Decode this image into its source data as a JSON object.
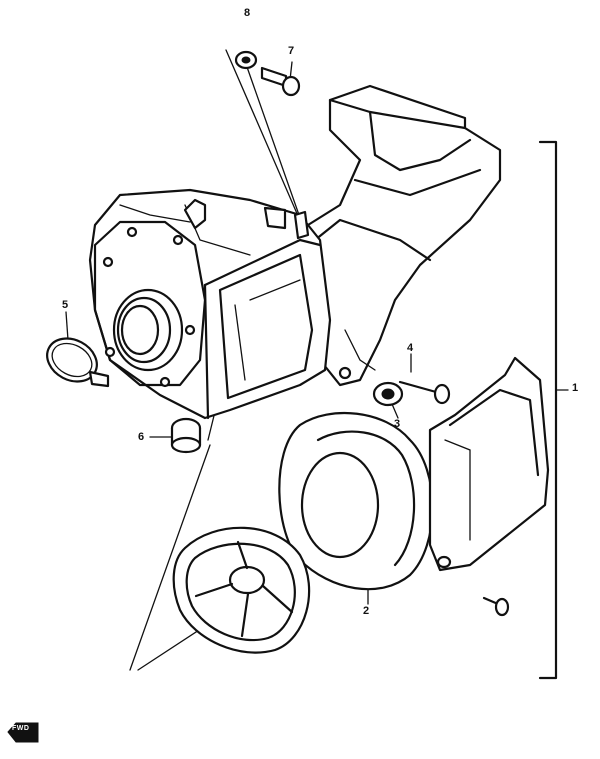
{
  "callouts": {
    "c1": "1",
    "c2": "2",
    "c3": "3",
    "c4": "4",
    "c5": "5",
    "c6": "6",
    "c7": "7",
    "c8": "8"
  },
  "direction_marker": {
    "text": "FWD",
    "icon": "forward-arrow-icon"
  },
  "colors": {
    "ink": "#111111",
    "paper": "#ffffff"
  }
}
